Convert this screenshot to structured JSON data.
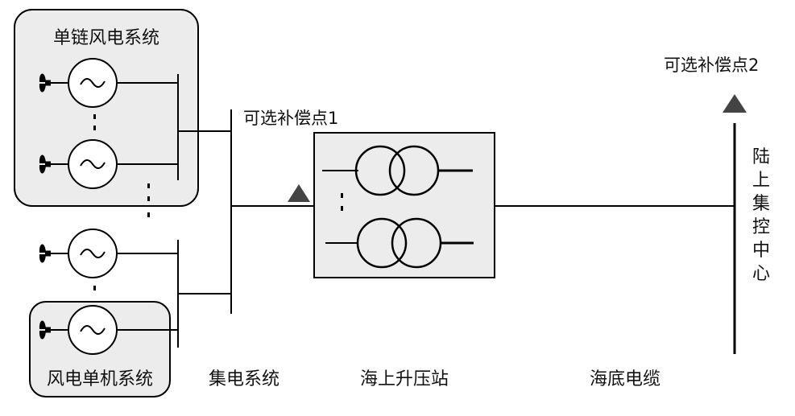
{
  "labels": {
    "single_chain_system": "单链风电系统",
    "single_turbine_system": "风电单机系统",
    "collection_system": "集电系统",
    "offshore_substation": "海上升压站",
    "submarine_cable": "海底电缆",
    "comp_point_1": "可选补偿点1",
    "comp_point_2": "可选补偿点2",
    "onshore_center": [
      "陆",
      "上",
      "集",
      "控",
      "中",
      "心"
    ]
  },
  "colors": {
    "box_fill": "#ececec",
    "line": "#000000",
    "marker": "#444444"
  },
  "icons": {
    "turbine": "wind-turbine-icon",
    "generator": "generator-icon",
    "transformer": "transformer-icon",
    "compensation": "compensation-point-triangle-icon"
  }
}
